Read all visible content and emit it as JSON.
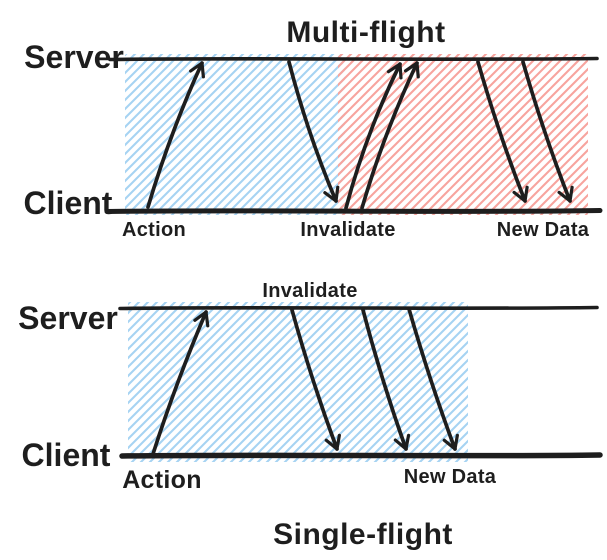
{
  "colors": {
    "ink": "#1e1e1e",
    "blue_hatch": "#a6d3f2",
    "red_hatch": "#f7a49e",
    "background": "#ffffff"
  },
  "diagrams": [
    {
      "id": "multi-flight",
      "title": "Multi-flight",
      "lanes": {
        "top": "Server",
        "bottom": "Client"
      },
      "events": {
        "action": "Action",
        "invalidate": "Invalidate",
        "new_data": "New Data"
      },
      "regions": [
        {
          "name": "initial-request-window",
          "color": "blue",
          "from": "Action",
          "to": "Invalidate"
        },
        {
          "name": "revalidation-window",
          "color": "red",
          "from": "Invalidate",
          "to": "New Data"
        }
      ],
      "messages": [
        {
          "from": "Client",
          "to": "Server",
          "at": "Action",
          "direction": "up"
        },
        {
          "from": "Server",
          "to": "Client",
          "at": "Invalidate",
          "direction": "down"
        },
        {
          "from": "Client",
          "to": "Server",
          "at": "Invalidate",
          "direction": "up"
        },
        {
          "from": "Client",
          "to": "Server",
          "at": "Invalidate",
          "direction": "up"
        },
        {
          "from": "Server",
          "to": "Client",
          "at": "New Data",
          "direction": "down"
        },
        {
          "from": "Server",
          "to": "Client",
          "at": "New Data",
          "direction": "down"
        }
      ]
    },
    {
      "id": "single-flight",
      "title": "Single-flight",
      "lanes": {
        "top": "Server",
        "bottom": "Client"
      },
      "events": {
        "action": "Action",
        "invalidate": "Invalidate",
        "new_data": "New Data"
      },
      "regions": [
        {
          "name": "single-request-window",
          "color": "blue",
          "from": "Action",
          "to": "New Data"
        }
      ],
      "messages": [
        {
          "from": "Client",
          "to": "Server",
          "at": "Action",
          "direction": "up"
        },
        {
          "from": "Server",
          "to": "Client",
          "at": "Invalidate",
          "direction": "down"
        },
        {
          "from": "Server",
          "to": "Client",
          "at": "New Data",
          "direction": "down"
        },
        {
          "from": "Server",
          "to": "Client",
          "at": "New Data",
          "direction": "down"
        }
      ]
    }
  ]
}
